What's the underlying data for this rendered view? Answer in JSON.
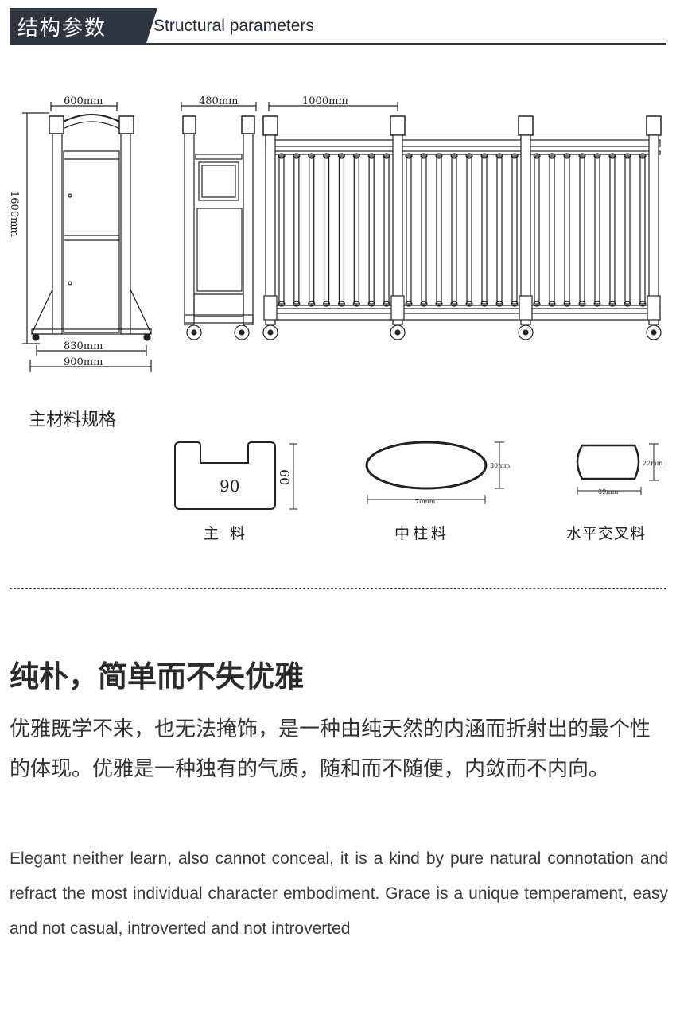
{
  "header": {
    "title_cn": "结构参数",
    "title_en": "Structural parameters"
  },
  "dimensions": {
    "width_top": "600mm",
    "height": "1600mm",
    "bottom_inner": "830mm",
    "bottom_outer": "900mm",
    "head_width": "480mm",
    "section_width": "1000mm"
  },
  "spec": {
    "title": "主材料规格",
    "main": {
      "label": "主 料",
      "width": "90",
      "height": "60"
    },
    "column": {
      "label": "中柱料",
      "width": "70mm",
      "height": "30mm"
    },
    "cross": {
      "label": "水平交叉料",
      "width": "39mm",
      "height": "22mm"
    }
  },
  "section": {
    "heading": "纯朴，简单而不失优雅",
    "body_cn": "优雅既学不来，也无法掩饰，是一种由纯天然的内涵而折射出的最个性的体现。优雅是一种独有的气质，随和而不随便，内敛而不内向。",
    "body_en": "Elegant neither learn, also cannot conceal, it is a kind by pure natural connotation and refract the most individual character embodiment. Grace is a unique temperament, easy and not casual, introverted and not introverted"
  },
  "colors": {
    "dark": "#2f3540",
    "line": "#222222"
  }
}
